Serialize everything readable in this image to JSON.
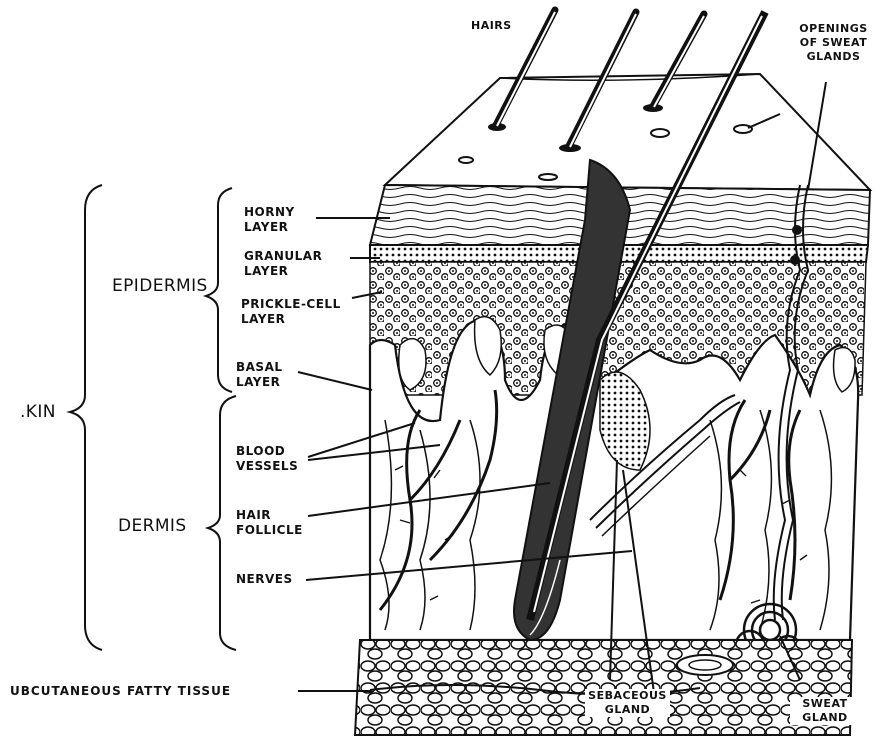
{
  "labels": {
    "hairs": "HAIRS",
    "openings": [
      "OPENINGS",
      "OF SWEAT",
      "GLANDS"
    ],
    "horny": [
      "HORNY",
      "LAYER"
    ],
    "granular": [
      "GRANULAR",
      "LAYER"
    ],
    "prickle": [
      "PRICKLE-CELL",
      "LAYER"
    ],
    "basal": [
      "BASAL",
      "LAYER"
    ],
    "blood": [
      "BLOOD",
      "VESSELS"
    ],
    "follicle": [
      "HAIR",
      "FOLLICLE"
    ],
    "nerves": "NERVES",
    "epidermis": "EPIDERMIS",
    "dermis": "DERMIS",
    "skin": ".KIN",
    "subcutaneous": "UBCUTANEOUS  FATTY  TISSUE",
    "sebaceous": [
      "SEBACEOUS",
      "GLAND"
    ],
    "sweat_gland": [
      "SWEAT",
      "GLAND"
    ]
  },
  "colors": {
    "ink": "#111111",
    "paper": "#ffffff"
  }
}
